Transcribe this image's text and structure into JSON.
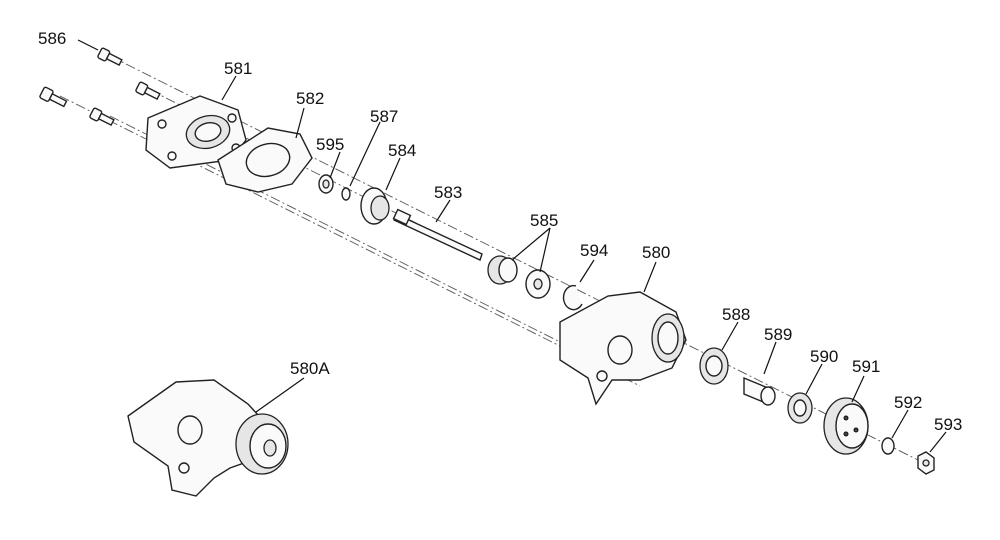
{
  "labels": {
    "p586": "586",
    "p581": "581",
    "p582": "582",
    "p595": "595",
    "p587": "587",
    "p584": "584",
    "p583": "583",
    "p585": "585",
    "p594": "594",
    "p580": "580",
    "p588": "588",
    "p589": "589",
    "p590": "590",
    "p591": "591",
    "p592": "592",
    "p593": "593",
    "p580A": "580A"
  },
  "colors": {
    "line": "#222222",
    "fill_light": "#fafafa",
    "fill_shade": "#e6e6e6"
  }
}
